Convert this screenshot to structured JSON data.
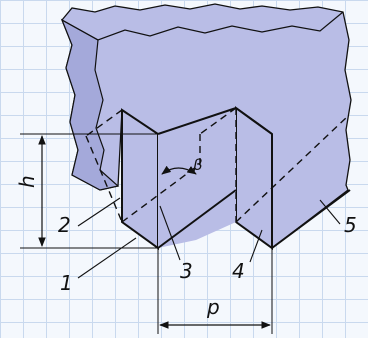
{
  "labels": {
    "height": "h",
    "pitch": "p",
    "angle": "β",
    "part1": "1",
    "part2": "2",
    "part3": "3",
    "part4": "4",
    "part5": "5"
  },
  "colors": {
    "body_fill": "#b9bde6",
    "body_shade": "#a4a9da",
    "line": "#111111",
    "grid": "#c9d9ee",
    "background": "#f4f8fd"
  }
}
